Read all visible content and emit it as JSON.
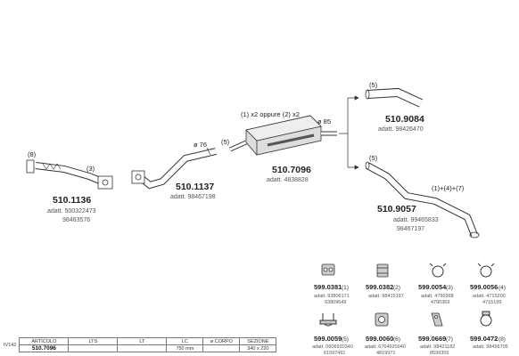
{
  "parts": [
    {
      "code": "510.1136",
      "refs": [
        "adatt. 500322473",
        "98463576"
      ],
      "callouts": [
        "(8)",
        "(3)"
      ]
    },
    {
      "code": "510.1137",
      "refs": [
        "adatt. 98467198"
      ],
      "callouts": [
        "ø 76"
      ]
    },
    {
      "code": "510.7096",
      "refs": [
        "adatt. 4838828"
      ],
      "callouts": [
        "(1) x2 oppure (2) x2",
        "ø 85",
        "(5)"
      ]
    },
    {
      "code": "510.9084",
      "refs": [
        "adatt. 98426470"
      ],
      "callouts": [
        "(5)"
      ]
    },
    {
      "code": "510.9057",
      "refs": [
        "adatt. 99465833",
        "98467197"
      ],
      "callouts": [
        "(5)",
        "(1)+(4)+(7)"
      ]
    }
  ],
  "accessories": [
    {
      "code": "599.0381",
      "num": "(1)",
      "refs": [
        "adatt. 93806171",
        "93809649"
      ],
      "icon": "rubber-hanger-icon"
    },
    {
      "code": "599.0382",
      "num": "(2)",
      "refs": [
        "adatt. 98415197"
      ],
      "icon": "rubber-mount-icon"
    },
    {
      "code": "599.0054",
      "num": "(3)",
      "refs": [
        "adatt. 4790368",
        "4790369"
      ],
      "icon": "clamp-ring-icon"
    },
    {
      "code": "599.0056",
      "num": "(4)",
      "refs": [
        "adatt. 4715200",
        "4715199"
      ],
      "icon": "clamp-ring-icon"
    },
    {
      "code": "599.0059",
      "num": "(5)",
      "refs": [
        "adatt. 0606920340",
        "61597491"
      ],
      "icon": "u-bolt-clamp-icon"
    },
    {
      "code": "599.0060",
      "num": "(6)",
      "refs": [
        "adatt. 6764920040",
        "4819971"
      ],
      "icon": "gasket-icon"
    },
    {
      "code": "599.0669",
      "num": "(7)",
      "refs": [
        "adatt. 98421182",
        "8599355"
      ],
      "icon": "bracket-icon"
    },
    {
      "code": "599.0472",
      "num": "(8)",
      "refs": [
        "adatt. 98456705"
      ],
      "icon": "band-clamp-icon"
    }
  ],
  "spec_table": {
    "side_code": "IV142",
    "headers": [
      "ARTICOLO",
      "LTS",
      "LT",
      "LC",
      "ø CORPO",
      "SEZIONE"
    ],
    "row": [
      "510.7096",
      "",
      "",
      "750 mm",
      "",
      "340 x 220"
    ]
  }
}
